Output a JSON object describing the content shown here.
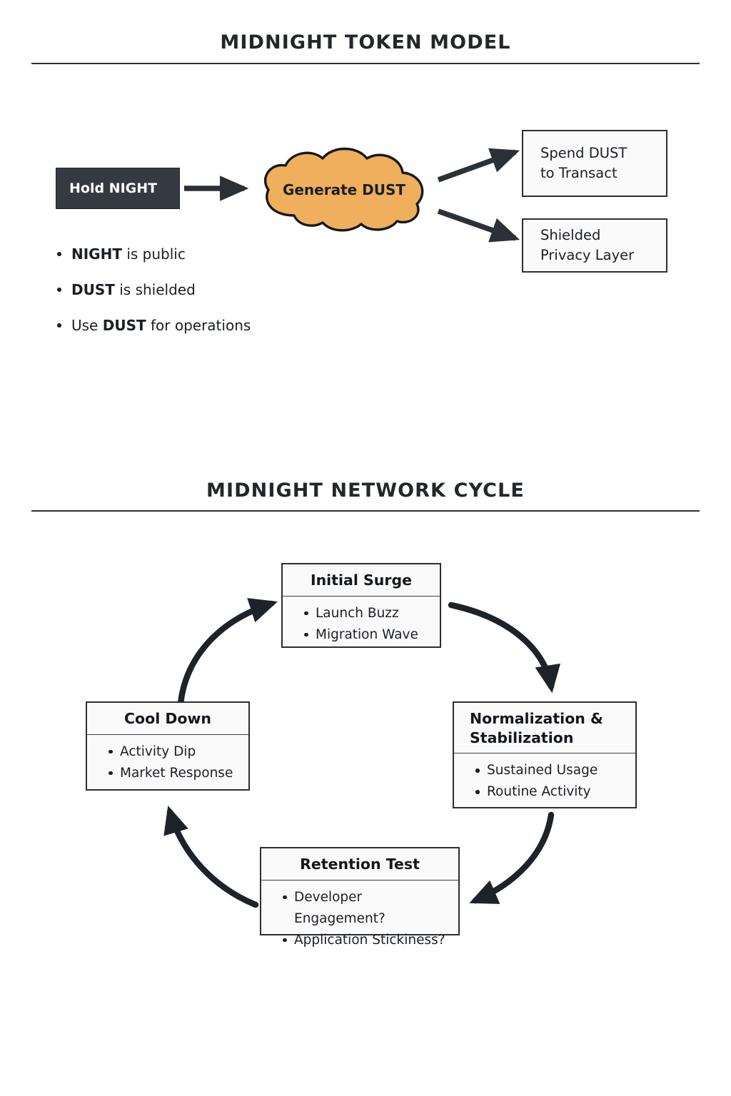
{
  "page": {
    "background": "#ffffff",
    "accent_orange": "#efaf5c",
    "dark_fill": "#343a40",
    "stroke": "#2b2f33"
  },
  "token_model": {
    "title": "MIDNIGHT TOKEN MODEL",
    "night_node": "Hold NIGHT",
    "cloud_node": "Generate DUST",
    "outputs": [
      {
        "line1": "Spend DUST",
        "line2": "to Transact"
      },
      {
        "line1": "Shielded",
        "line2": "Privacy Layer"
      }
    ],
    "notes": [
      {
        "bold": "NIGHT",
        "rest": " is public",
        "lead": ""
      },
      {
        "bold": "DUST",
        "rest": " is shielded",
        "lead": ""
      },
      {
        "bold": "DUST",
        "rest": " for operations",
        "lead": "Use "
      }
    ]
  },
  "network_cycle": {
    "title": "MIDNIGHT NETWORK CYCLE",
    "nodes": [
      {
        "id": "initial-surge",
        "header": "Initial Surge",
        "items": [
          "Launch Buzz",
          "Migration Wave"
        ]
      },
      {
        "id": "normalization-stabilization",
        "header": "Normalization & Stabilization",
        "items": [
          "Sustained Usage",
          "Routine Activity"
        ]
      },
      {
        "id": "retention-test",
        "header": "Retention Test",
        "items": [
          "Developer Engagement?",
          "Application Stickiness?"
        ]
      },
      {
        "id": "cool-down",
        "header": "Cool Down",
        "items": [
          "Activity Dip",
          "Market Response"
        ]
      }
    ]
  }
}
